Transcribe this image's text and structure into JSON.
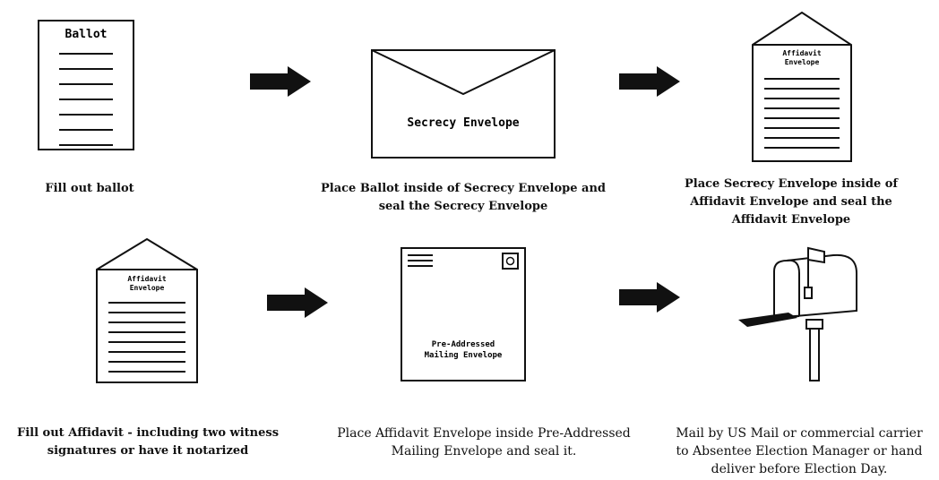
{
  "steps": [
    {
      "icon": "ballot-icon",
      "label": "Ballot",
      "caption": [
        "Fill out ballot"
      ]
    },
    {
      "icon": "secrecy-envelope-icon",
      "label": "Secrecy Envelope",
      "caption": [
        "Place Ballot inside of Secrecy Envelope and",
        "seal the Secrecy Envelope"
      ]
    },
    {
      "icon": "affidavit-envelope-icon",
      "label": [
        "Affidavit",
        "Envelope"
      ],
      "caption": [
        "Place Secrecy Envelope inside of",
        "Affidavit Envelope and seal the",
        "Affidavit Envelope"
      ]
    },
    {
      "icon": "affidavit-envelope-icon",
      "label": [
        "Affidavit",
        "Envelope"
      ],
      "caption": [
        "Fill out Affidavit - including two witness",
        "signatures or have it notarized"
      ]
    },
    {
      "icon": "mailing-envelope-icon",
      "label": [
        "Pre-Addressed",
        "Mailing Envelope"
      ],
      "caption": [
        "Place Affidavit Envelope inside Pre-Addressed",
        "Mailing Envelope and seal it."
      ]
    },
    {
      "icon": "mailbox-icon",
      "caption": [
        "Mail by US Mail or commercial carrier",
        "to Absentee Election Manager or hand",
        "deliver before Election Day."
      ]
    }
  ],
  "arrows": [
    "arrow-right-icon",
    "arrow-right-icon",
    "arrow-right-icon",
    "arrow-right-icon"
  ]
}
